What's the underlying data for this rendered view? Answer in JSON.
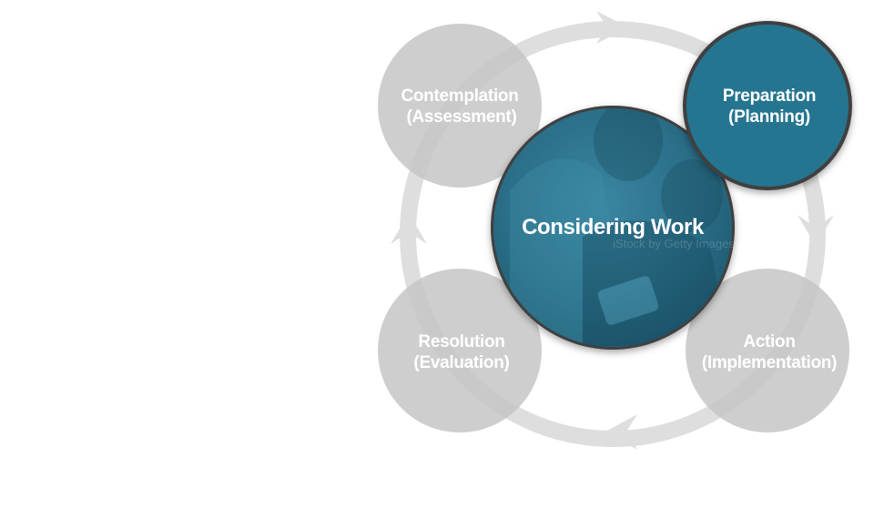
{
  "diagram": {
    "center": {
      "label": "Considering Work",
      "watermark": "iStock by Getty Images"
    },
    "stages": [
      {
        "id": "contemplation",
        "line1": "Contemplation",
        "line2": "(Assessment)",
        "active": false
      },
      {
        "id": "preparation",
        "line1": "Preparation",
        "line2": "(Planning)",
        "active": true
      },
      {
        "id": "action",
        "line1": "Action",
        "line2": "(Implementation)",
        "active": false
      },
      {
        "id": "resolution",
        "line1": "Resolution",
        "line2": "(Evaluation)",
        "active": false
      }
    ],
    "colors": {
      "stage_inactive": "#c6c6c6",
      "stage_active": "#257590",
      "center_fill": "#2b6f89",
      "border": "#3f3f3f",
      "cycle_ring": "#dcdcdc"
    }
  }
}
